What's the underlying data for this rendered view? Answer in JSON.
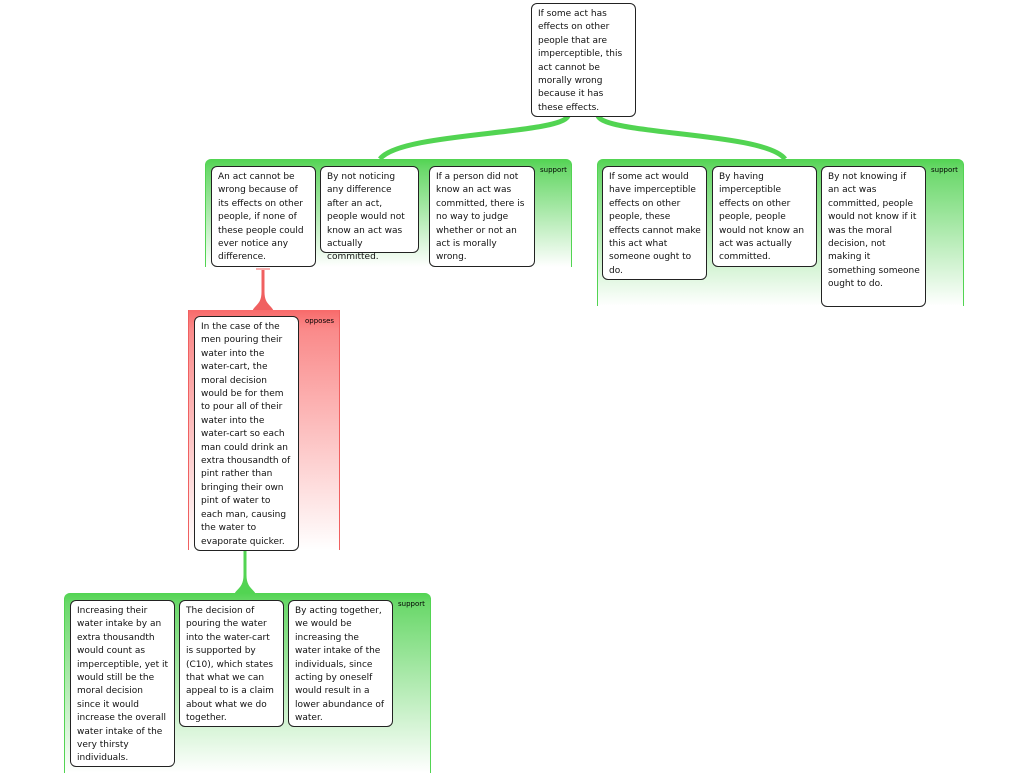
{
  "root": "If some act has effects on other people that are imperceptible, this act cannot be morally wrong because it has these effects.",
  "left_group": {
    "label": "support",
    "items": [
      "An act cannot be wrong because of its effects on other people, if none of these people could ever notice any difference.",
      "By not noticing any difference after an act, people would not know an act was actually committed.",
      "If a person did not know an act was committed, there is no way to judge whether or not an act is morally wrong."
    ]
  },
  "right_group": {
    "label": "support",
    "items": [
      "If some act would have imperceptible effects on other people, these effects cannot make this act what someone ought to do.",
      "By having imperceptible effects on other people, people would not know an act was actually committed.",
      "By not knowing if an act was committed, people would not know if it was the moral decision, not making it something someone ought to do."
    ]
  },
  "objection": {
    "label": "opposes",
    "text": "In the case of the men pouring their water into the water-cart, the moral decision would be for them to pour all of their water into the water-cart so each man could drink an extra thousandth of pint rather than bringing their own pint of water to each man, causing the water to evaporate quicker."
  },
  "bottom_group": {
    "label": "support",
    "items": [
      "Increasing their water intake by an extra thousandth would count as imperceptible, yet it would still be the moral decision since it would increase the overall water intake of the very thirsty individuals.",
      "The decision of pouring the water into the water-cart is supported by (C10), which states that what we can appeal to is a claim about what we do together.",
      "By acting together, we would be increasing the water intake of the individuals, since acting by oneself would result in a lower abundance of water."
    ]
  },
  "colors": {
    "support": "#52d452",
    "opposes": "#f06060"
  }
}
